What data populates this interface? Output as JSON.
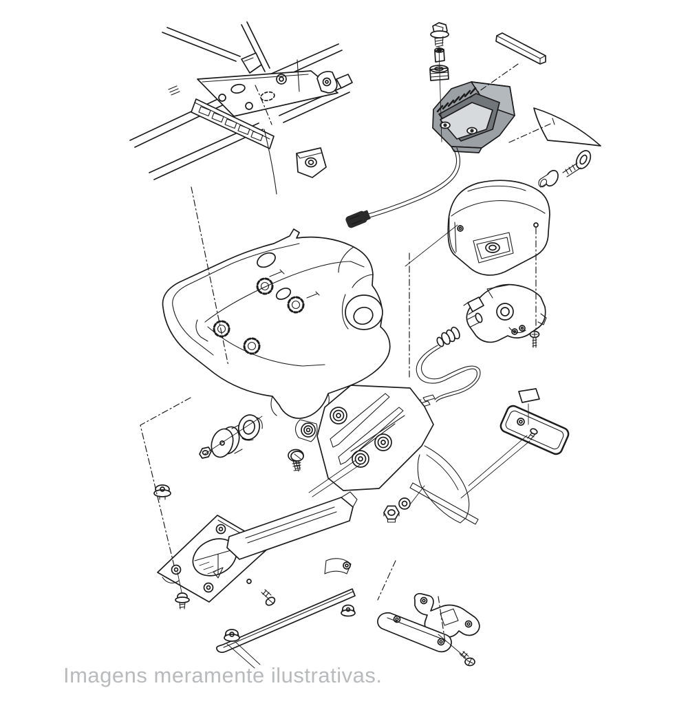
{
  "page": {
    "background_color": "#ffffff"
  },
  "caption": {
    "text": "Imagens meramente ilustrativas.",
    "color": "#b9babc"
  },
  "diagram": {
    "type": "exploded-parts-diagram",
    "subject": "motorcycle-rear-fender-tail-light-assembly",
    "line_color": "#1c1c1c",
    "highlight_part_fill": "#9aa0a4",
    "highlight_part_shadow": "#70767a",
    "highlight_part_top": "#b4b9bd",
    "parts": [
      {
        "id": "rear-subframe"
      },
      {
        "id": "flange-bolt"
      },
      {
        "id": "spacer-collar"
      },
      {
        "id": "rubber-grommet"
      },
      {
        "id": "highlighted-bracket"
      },
      {
        "id": "trim-strip"
      },
      {
        "id": "side-cover-panel"
      },
      {
        "id": "panel-screw-washer-collar"
      },
      {
        "id": "tail-light-unit"
      },
      {
        "id": "wire-connector"
      },
      {
        "id": "rear-fender-tray"
      },
      {
        "id": "wellnut-grommets"
      },
      {
        "id": "license-light-housing"
      },
      {
        "id": "bulb-socket-cable"
      },
      {
        "id": "housing-screw"
      },
      {
        "id": "terminal-leads"
      },
      {
        "id": "reflector"
      },
      {
        "id": "adhesive-pad"
      },
      {
        "id": "reflector-stud"
      },
      {
        "id": "push-rivet"
      },
      {
        "id": "hex-nut-small"
      },
      {
        "id": "rubber-damper"
      },
      {
        "id": "grommet-ring"
      },
      {
        "id": "button-screw"
      },
      {
        "id": "license-plate-bracket"
      },
      {
        "id": "bracket-screw"
      },
      {
        "id": "bracket-nut"
      },
      {
        "id": "bracket-washer"
      },
      {
        "id": "mounting-plate"
      },
      {
        "id": "plate-flange-bolt"
      },
      {
        "id": "plate-screw"
      },
      {
        "id": "support-rail"
      },
      {
        "id": "rail-grommets"
      },
      {
        "id": "stiffener-plate-upper"
      },
      {
        "id": "stiffener-plate-lower"
      },
      {
        "id": "stiffener-screw"
      },
      {
        "id": "alignment-axes"
      }
    ]
  }
}
